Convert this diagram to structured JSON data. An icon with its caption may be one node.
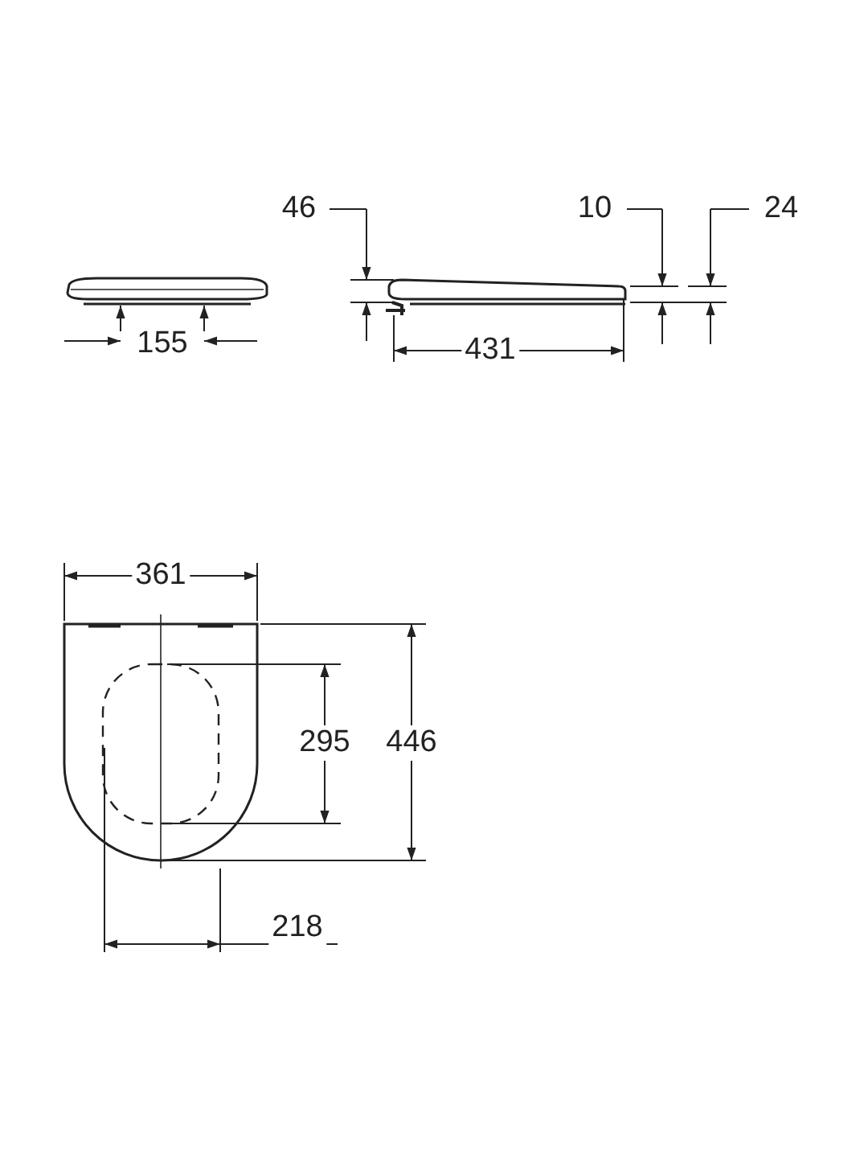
{
  "diagram": {
    "labels": [
      "46",
      "10",
      "24",
      "155",
      "431",
      "361",
      "295",
      "446",
      "218"
    ]
  }
}
